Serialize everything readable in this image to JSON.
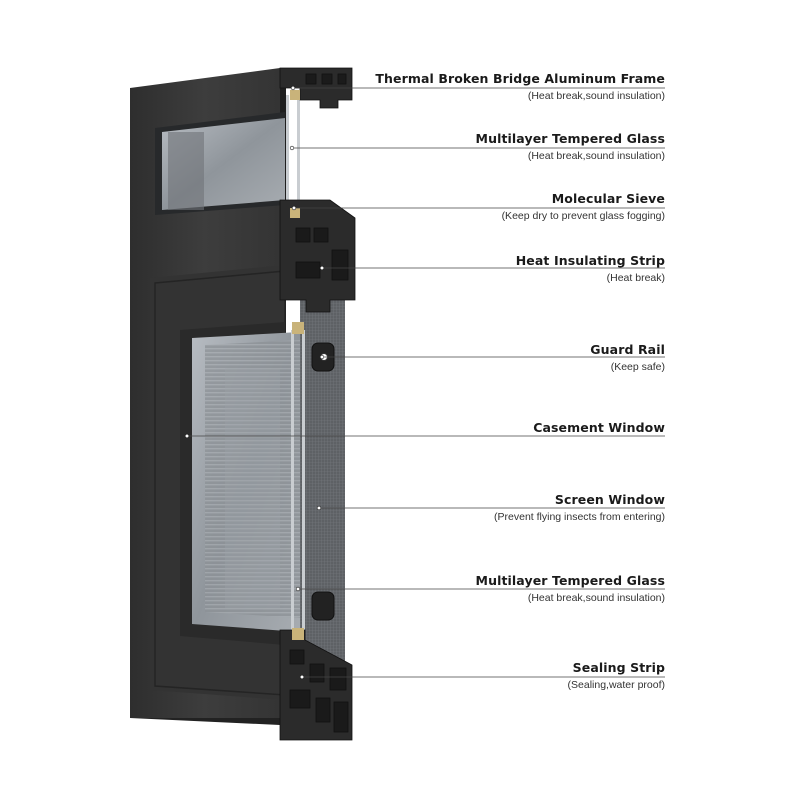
{
  "callouts": [
    {
      "title": "Thermal Broken Bridge Aluminum Frame",
      "note": "(Heat break,sound insulation)"
    },
    {
      "title": "Multilayer Tempered Glass",
      "note": "(Heat break,sound insulation)"
    },
    {
      "title": "Molecular Sieve",
      "note": "(Keep dry to prevent glass fogging)"
    },
    {
      "title": "Heat Insulating Strip",
      "note": "(Heat break)"
    },
    {
      "title": "Guard Rail",
      "note": "(Keep safe)"
    },
    {
      "title": "Casement Window",
      "note": ""
    },
    {
      "title": "Screen Window",
      "note": "(Prevent flying insects from entering)"
    },
    {
      "title": "Multilayer Tempered Glass",
      "note": "(Heat break,sound insulation)"
    },
    {
      "title": "Sealing Strip",
      "note": "(Sealing,water proof)"
    }
  ],
  "colors": {
    "frame": "#3a3a3a",
    "frame_dark": "#2a2a2a",
    "glass": "#9aa0a6",
    "screen": "#6e7176",
    "line": "#333333",
    "accent_gold": "#c9b37a"
  }
}
